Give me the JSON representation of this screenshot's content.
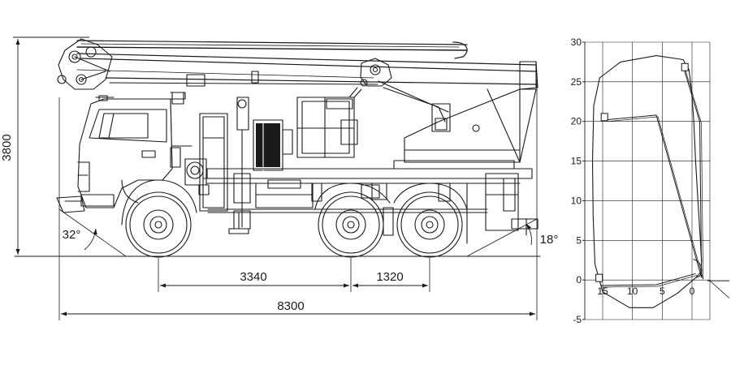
{
  "drawing": {
    "height_dim": "3800",
    "wheelbase_dim": "3340",
    "rear_axle_dim": "1320",
    "length_dim": "8300",
    "front_angle": "32°",
    "rear_angle": "18°"
  },
  "chart_data": {
    "type": "line",
    "y_ticks": [
      "30",
      "25",
      "20",
      "15",
      "10",
      "5",
      "0",
      "-5"
    ],
    "x_ticks": [
      "15",
      "10",
      "5",
      "0"
    ],
    "ylim": [
      -5,
      30
    ],
    "xlim": [
      18,
      -3
    ],
    "grid": true,
    "series": [
      {
        "points": [
          {
            "x": 0.5,
            "y": 26.5
          },
          {
            "x": 0.1,
            "y": 24
          },
          {
            "x": -0.3,
            "y": 20
          },
          {
            "x": -0.6,
            "y": 15
          },
          {
            "x": -1.0,
            "y": 10
          },
          {
            "x": -1.4,
            "y": 5
          },
          {
            "x": -1.6,
            "y": 2.5
          },
          {
            "x": -1.5,
            "y": 1
          },
          {
            "x": -0.5,
            "y": 0.2
          },
          {
            "x": 2.5,
            "y": -1.7
          },
          {
            "x": 6.5,
            "y": -3.5
          },
          {
            "x": 10.5,
            "y": -3.5
          },
          {
            "x": 15.0,
            "y": -1.5
          },
          {
            "x": 16.3,
            "y": 2
          },
          {
            "x": 16.6,
            "y": 8
          },
          {
            "x": 16.7,
            "y": 15
          },
          {
            "x": 16.5,
            "y": 22
          },
          {
            "x": 15.5,
            "y": 25.5
          },
          {
            "x": 12,
            "y": 27.5
          },
          {
            "x": 6,
            "y": 28.3
          },
          {
            "x": 1.5,
            "y": 27.8
          },
          {
            "x": 0.5,
            "y": 26.5
          }
        ]
      }
    ]
  }
}
